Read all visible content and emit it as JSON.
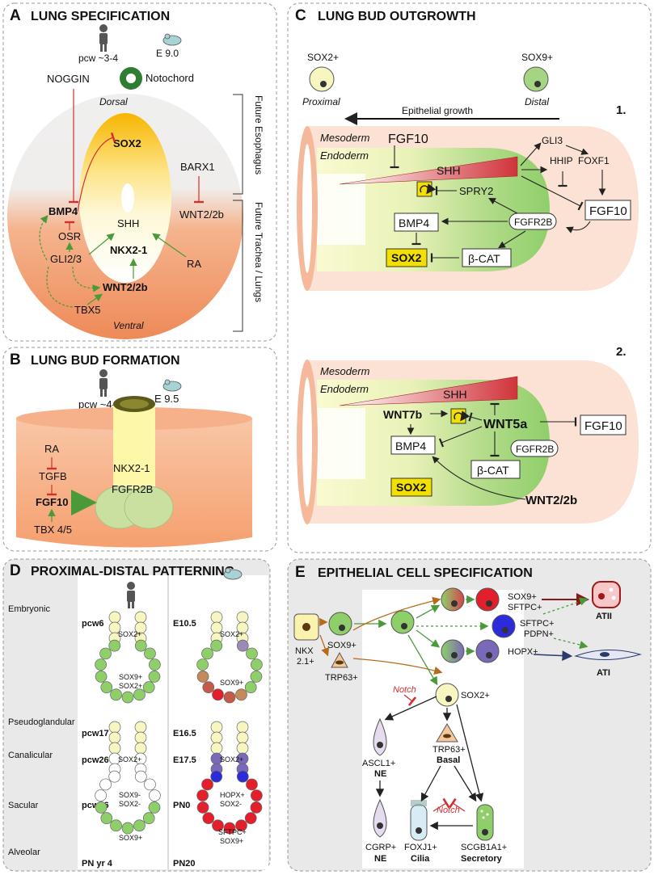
{
  "panelA": {
    "letter": "A",
    "title": "LUNG SPECIFICATION",
    "human_stage": "pcw ~3-4",
    "mouse_stage": "E 9.0",
    "notochord": "Notochord",
    "noggin": "NOGGIN",
    "dorsal": "Dorsal",
    "ventral": "Ventral",
    "sox2": "SOX2",
    "barx1": "BARX1",
    "wnt22b_r": "WNT2/2b",
    "bmp4": "BMP4",
    "osr": "OSR",
    "shh": "SHH",
    "nkx21": "NKX2-1",
    "gli23": "GLI2/3",
    "ra": "RA",
    "wnt22b": "WNT2/2b",
    "tbx5": "TBX5",
    "future_esophagus": "Future Esophagus",
    "future_trachea": "Future Trachea / Lungs"
  },
  "panelB": {
    "letter": "B",
    "title": "LUNG BUD FORMATION",
    "human_stage": "pcw ~4-6",
    "mouse_stage": "E 9.5",
    "ra": "RA",
    "tgfb": "TGFB",
    "fgf10": "FGF10",
    "tbx45": "TBX 4/5",
    "nkx21": "NKX2-1",
    "fgfr2b": "FGFR2B"
  },
  "panelC": {
    "letter": "C",
    "title": "LUNG BUD OUTGROWTH",
    "sox2_plus": "SOX2+",
    "sox9_plus": "SOX9+",
    "proximal": "Proximal",
    "distal": "Distal",
    "epithelial_growth": "Epithelial growth",
    "n1": "1.",
    "n2": "2.",
    "mesoderm": "Mesoderm",
    "endoderm": "Endoderm",
    "fgf10": "FGF10",
    "shh": "SHH",
    "gli3": "GLI3",
    "hhip": "HHIP",
    "foxf1": "FOXF1",
    "spry2": "SPRY2",
    "bmp4": "BMP4",
    "fgfr2b": "FGFR2B",
    "sox2": "SOX2",
    "bcat": "β-CAT",
    "wnt7b": "WNT7b",
    "wnt5a": "WNT5a",
    "wnt22b": "WNT2/2b"
  },
  "panelD": {
    "letter": "D",
    "title": "PROXIMAL-DISTAL PATTERNING",
    "stages": [
      "Embryonic",
      "Pseudoglandular",
      "Canalicular",
      "Sacular",
      "Alveolar"
    ],
    "human_times": [
      "pcw6",
      "pcw17",
      "pcw26",
      "pcw36",
      "PN yr 4"
    ],
    "mouse_times": [
      "E10.5",
      "E16.5",
      "E17.5",
      "PN0",
      "PN20"
    ],
    "h1": {
      "sox2": "SOX2+",
      "sox9": "SOX9+",
      "sox2b": "SOX2+"
    },
    "m1": {
      "sox2": "SOX2+",
      "sox9": "SOX9+"
    },
    "h2": {
      "sox2": "SOX2+",
      "sox9m": "SOX9-",
      "sox2m": "SOX2-",
      "sox9": "SOX9+"
    },
    "m2": {
      "sox2": "SOX2+",
      "hopx": "HOPX+",
      "sox2m": "SOX2-",
      "sftpc": "SFTPC+",
      "sox9": "SOX9+"
    }
  },
  "panelE": {
    "letter": "E",
    "title": "EPITHELIAL CELL SPECIFICATION",
    "nkx": "NKX",
    "nkx2": "2.1+",
    "sox9": "SOX9+",
    "trp63": "TRP63+",
    "sox9_sftpc_1": "SOX9+",
    "sox9_sftpc_2": "SFTPC+",
    "sftpc_pdpn_1": "SFTPC+",
    "sftpc_pdpn_2": "PDPN+",
    "hopx": "HOPX+",
    "atii": "ATII",
    "ati": "ATI",
    "notch": "Notch",
    "sox2": "SOX2+",
    "ascl1": "ASCL1+",
    "ne": "NE",
    "trp63b": "TRP63+",
    "basal": "Basal",
    "cgrp": "CGRP+",
    "ne2": "NE",
    "foxj1": "FOXJ1+",
    "cilia": "Cilia",
    "scgb": "SCGB1A1+",
    "secretory": "Secretory"
  }
}
